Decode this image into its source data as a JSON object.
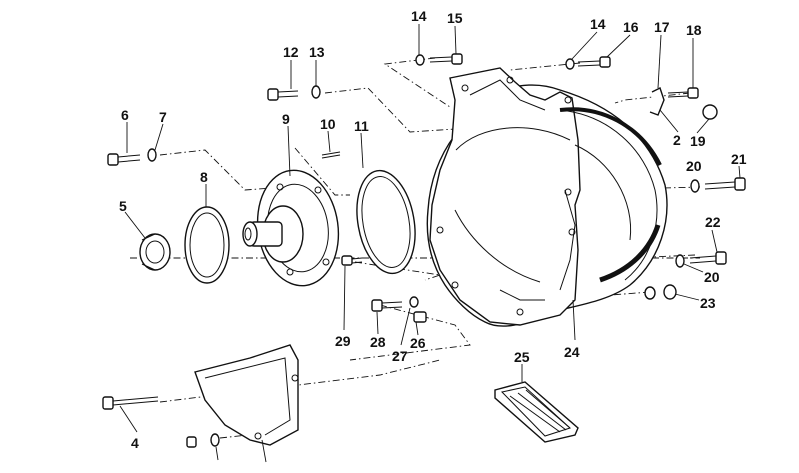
{
  "callouts": {
    "c2": "2",
    "c4": "4",
    "c5": "5",
    "c6": "6",
    "c7": "7",
    "c8": "8",
    "c9": "9",
    "c10": "10",
    "c11": "11",
    "c12": "12",
    "c13": "13",
    "c14a": "14",
    "c14b": "14",
    "c15": "15",
    "c16": "16",
    "c17": "17",
    "c18": "18",
    "c19": "19",
    "c20a": "20",
    "c20b": "20",
    "c21": "21",
    "c22": "22",
    "c23": "23",
    "c24": "24",
    "c25": "25",
    "c26": "26",
    "c27": "27",
    "c28": "28",
    "c29": "29"
  }
}
